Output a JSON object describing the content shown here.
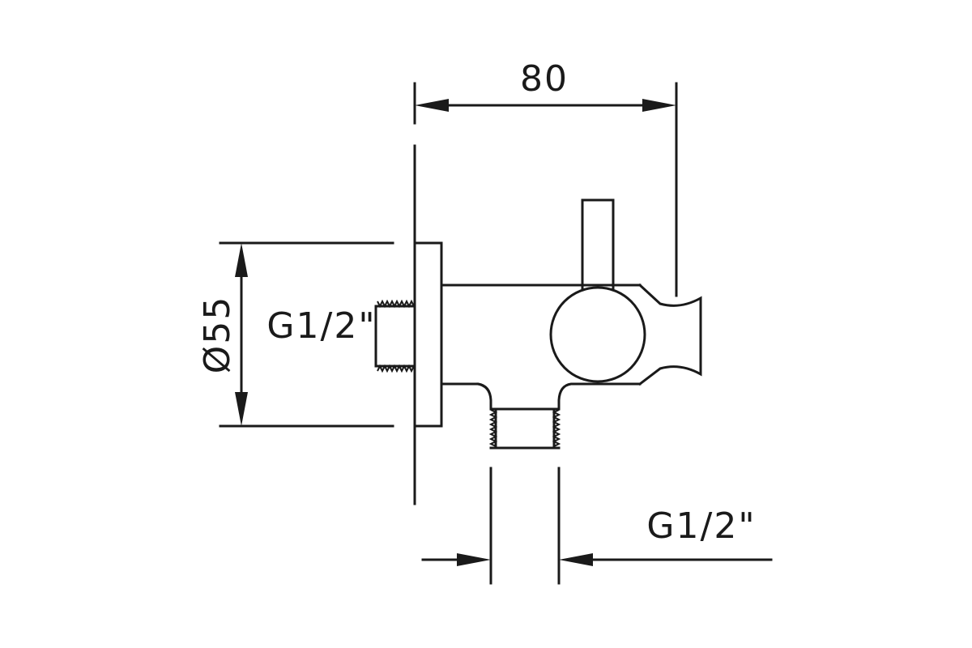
{
  "dimensions": {
    "width_label": "80",
    "diameter_label": "Ø55",
    "inlet_thread_label": "G1/2\"",
    "outlet_thread_label": "G1/2\""
  }
}
